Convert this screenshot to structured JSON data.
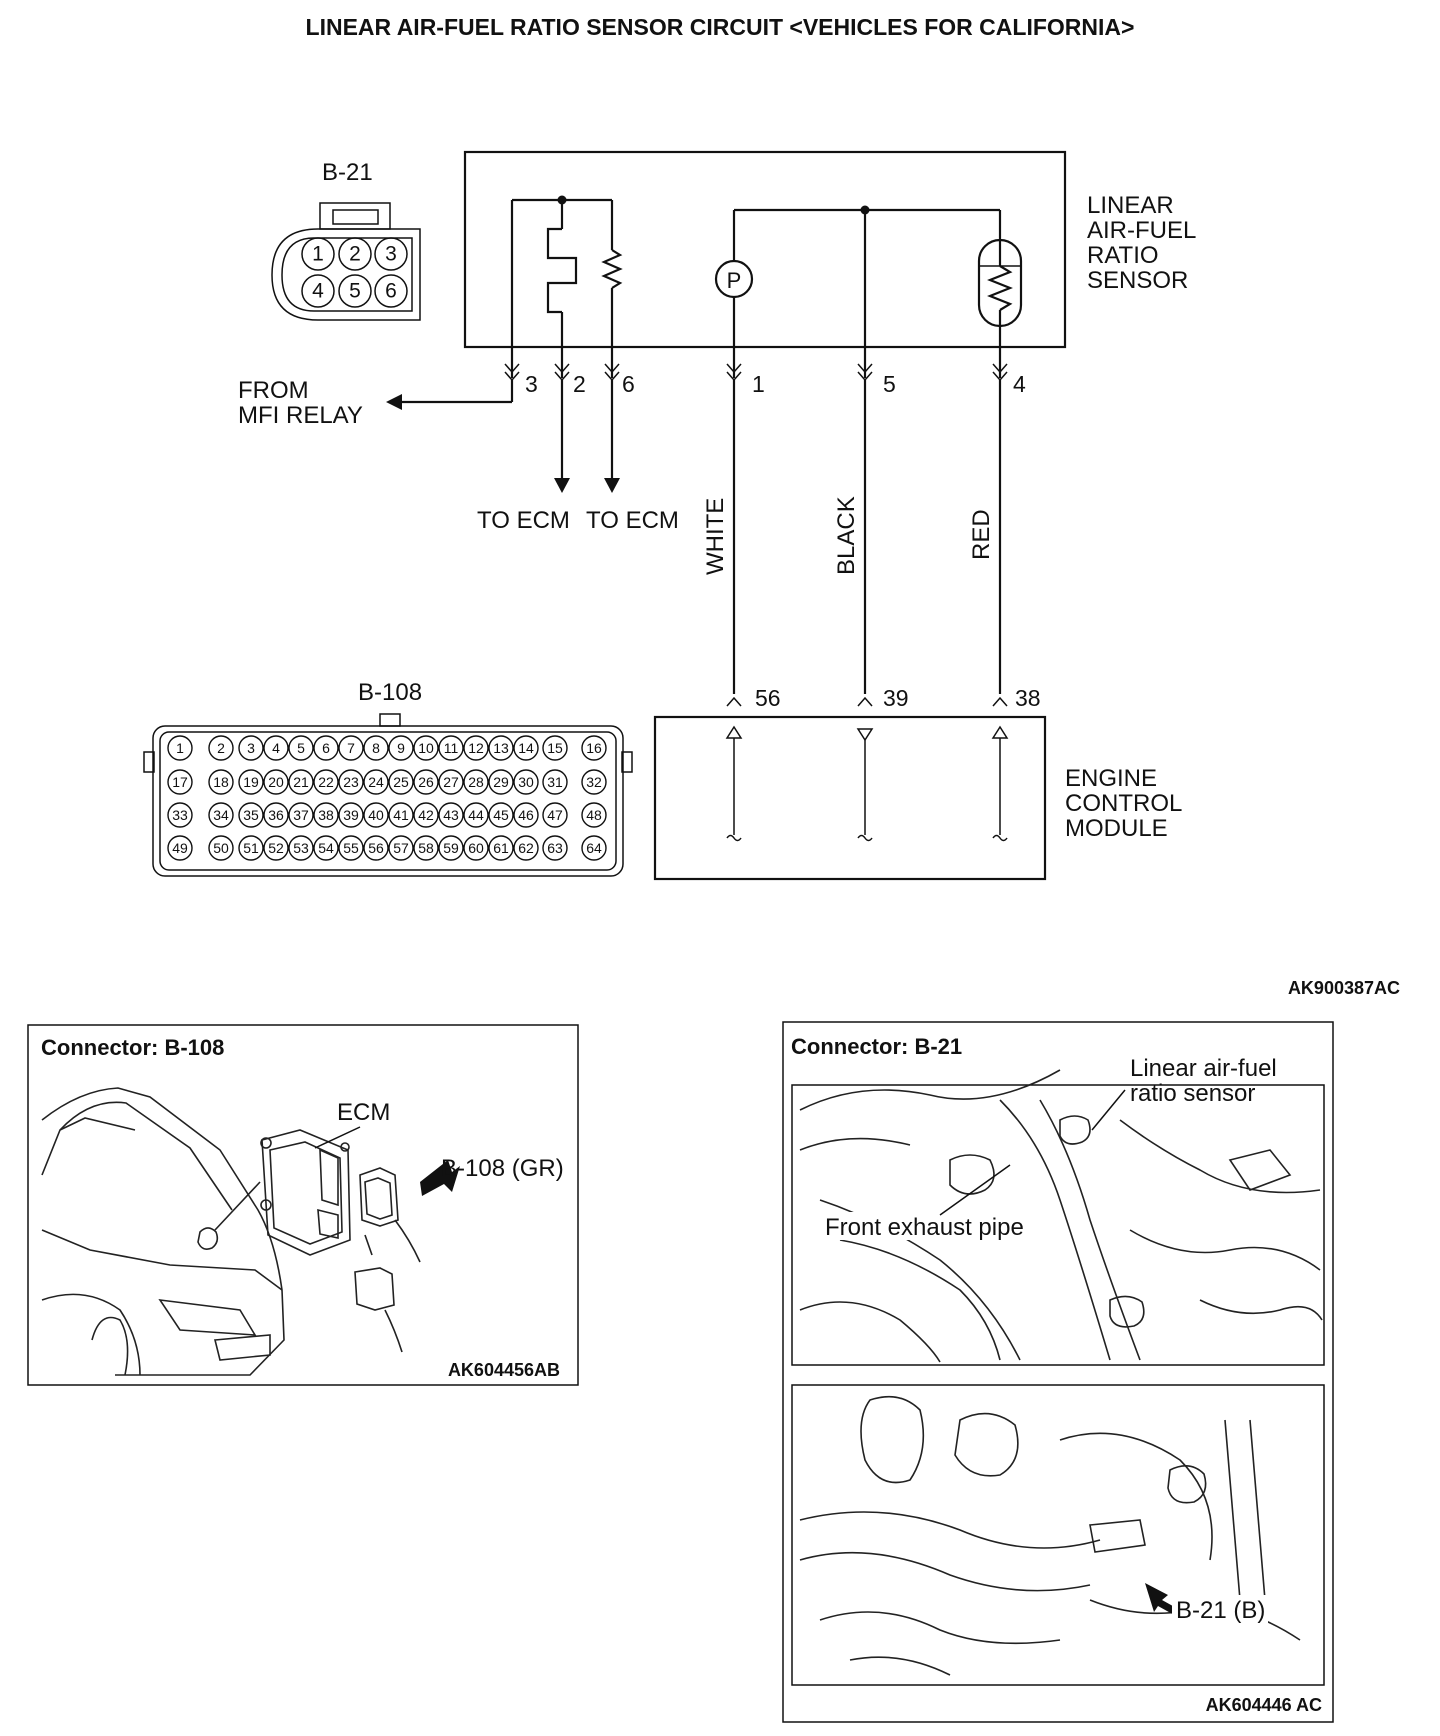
{
  "title": "LINEAR AIR-FUEL RATIO SENSOR CIRCUIT <VEHICLES FOR CALIFORNIA>",
  "sensor": {
    "connector_id": "B-21",
    "connector_pins": [
      "1",
      "2",
      "3",
      "4",
      "5",
      "6"
    ],
    "name_lines": [
      "LINEAR",
      "AIR-FUEL",
      "RATIO",
      "SENSOR"
    ],
    "pump_symbol": "P",
    "terminals": [
      "3",
      "2",
      "6",
      "1",
      "5",
      "4"
    ]
  },
  "from_relay": {
    "line1": "FROM",
    "line2": "MFI RELAY"
  },
  "to_ecm_labels": [
    "TO ECM",
    "TO ECM"
  ],
  "wires": [
    "WHITE",
    "BLACK",
    "RED"
  ],
  "ecm": {
    "connector_id": "B-108",
    "terminals": [
      "56",
      "39",
      "38"
    ],
    "name_lines": [
      "ENGINE",
      "CONTROL",
      "MODULE"
    ],
    "pins_row1": [
      "1",
      "2",
      "3",
      "4",
      "5",
      "6",
      "7",
      "8",
      "9",
      "10",
      "11",
      "12",
      "13",
      "14",
      "15",
      "16"
    ],
    "pins_row2": [
      "17",
      "18",
      "19",
      "20",
      "21",
      "22",
      "23",
      "24",
      "25",
      "26",
      "27",
      "28",
      "29",
      "30",
      "31",
      "32"
    ],
    "pins_row3": [
      "33",
      "34",
      "35",
      "36",
      "37",
      "38",
      "39",
      "40",
      "41",
      "42",
      "43",
      "44",
      "45",
      "46",
      "47",
      "48"
    ],
    "pins_row4": [
      "49",
      "50",
      "51",
      "52",
      "53",
      "54",
      "55",
      "56",
      "57",
      "58",
      "59",
      "60",
      "61",
      "62",
      "63",
      "64"
    ]
  },
  "diagram_code": "AK900387AC",
  "panel_left": {
    "header": "Connector: B-108",
    "ecm_label": "ECM",
    "connector_label": "B-108 (GR)",
    "code": "AK604456AB"
  },
  "panel_right": {
    "header": "Connector: B-21",
    "sensor_label_line1": "Linear air-fuel",
    "sensor_label_line2": "ratio sensor",
    "pipe_label": "Front exhaust pipe",
    "connector_label": "B-21 (B)",
    "code": "AK604446 AC"
  }
}
